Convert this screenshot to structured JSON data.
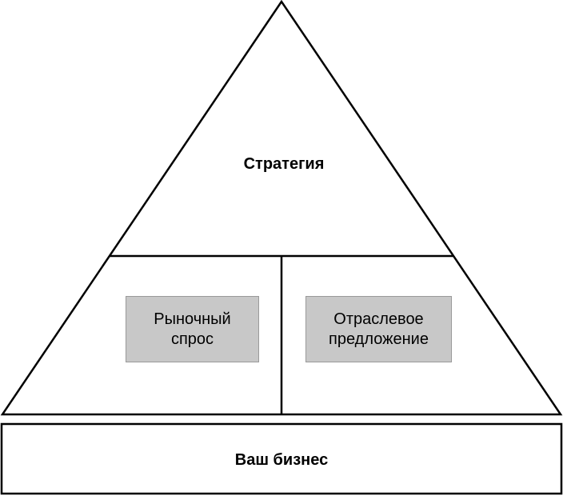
{
  "diagram": {
    "apex_label": "Стратегия",
    "left_box_label": "Рыночный\nспрос",
    "right_box_label": "Отраслевое\nпредложение",
    "base_label": "Ваш бизнес"
  },
  "colors": {
    "stroke": "#000000",
    "box_fill": "#c8c8c8",
    "box_border": "#9a9a9a",
    "background": "#ffffff"
  }
}
